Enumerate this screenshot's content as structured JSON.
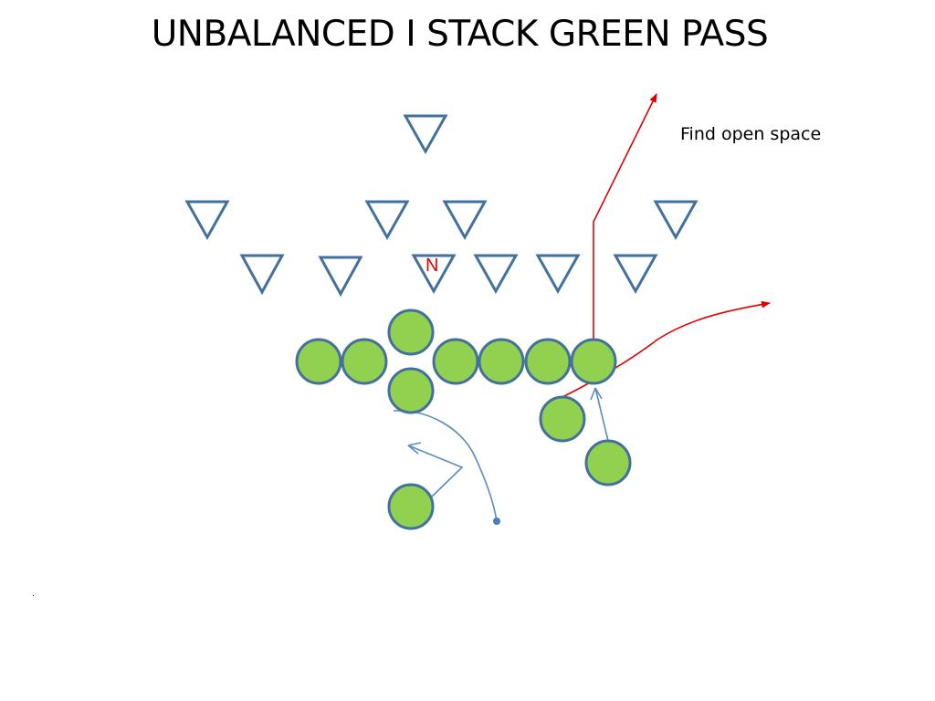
{
  "slide": {
    "title": "UNBALANCED I STACK GREEN PASS",
    "note": "Find open space",
    "footer_mark": "."
  },
  "diagram": {
    "defender_label": "N",
    "colors": {
      "offense_fill": "#92D050",
      "offense_stroke": "#41719C",
      "defense_stroke": "#41719C",
      "primary_route": "#E00000",
      "secondary_route": "#5B8BC0",
      "label_red": "#E00000"
    }
  }
}
